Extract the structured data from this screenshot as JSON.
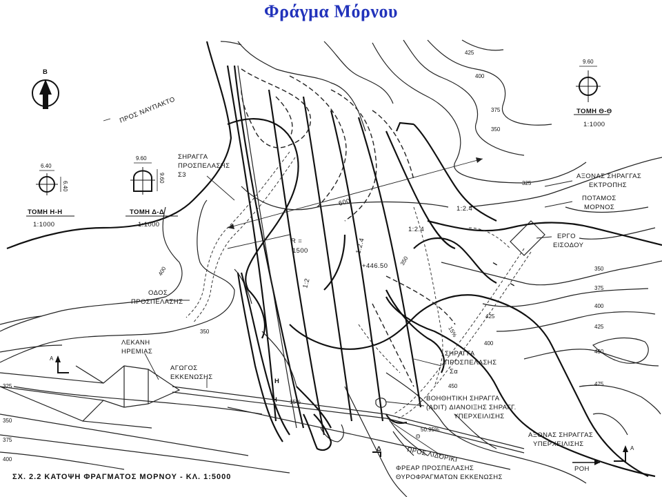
{
  "title": "Φράγμα Μόρνου",
  "north_label": "B",
  "labels": {
    "pros_nafpakto": "ΠΡΟΣ ΝΑΥΠΑΚΤΟ",
    "siragga_prospelasis_1": "ΣΗΡΑΓΓΑ",
    "siragga_prospelasis_2": "ΠΡΟΣΠΕΛΑΣΗΣ",
    "siragga_prospelasis_3": "Σ3",
    "odos_1": "ΟΔΟΣ",
    "odos_2": "ΠΡΟΣΠΕΛΑΣΗΣ",
    "lekani_1": "ΛΕΚΑΝΗ",
    "lekani_2": "ΗΡΕΜΙΑΣ",
    "agogos_1": "ΑΓΩΓΟΣ",
    "agogos_2": "ΕΚΚΕΝΩΣΗΣ",
    "axonas_ektropis_1": "ΑΞΟΝΑΣ ΣΗΡΑΓΓΑΣ",
    "axonas_ektropis_2": "ΕΚΤΡΟΠΗΣ",
    "potamos_1": "ΠΟΤΑΜΟΣ",
    "potamos_2": "ΜΟΡΝΟΣ",
    "ergo_1": "ΕΡΓΟ",
    "ergo_2": "ΕΙΣΟΔΟΥ",
    "siragga_sa_1": "ΣΗΡΑΓΓΑ",
    "siragga_sa_2": "ΠΡΟΣΠΕΛΑΣΗΣ",
    "siragga_sa_3": "Σα",
    "voithitiki_1": "ΒΟΗΘΗΤΙΚΗ ΣΗΡΑΓΓΑ",
    "voithitiki_2": "(ADIT) ΔΙΑΝΟΙΞΗΣ ΣΗΡΑΓΓ.",
    "voithitiki_3": "ΥΠΕΡΧΕΙΛΙΣΗΣ",
    "axonas_yperxeilisis_1": "ΑΞΟΝΑΣ ΣΗΡΑΓΓΑΣ",
    "axonas_yperxeilisis_2": "ΥΠΕΡΧΕΙΛΙΣΗΣ",
    "pros_lidoriki": "ΠΡΟΣ ΛΙΔΟΡΙΚΙ",
    "frear_1": "ΦΡΕΑΡ ΠΡΟΣΠΕΛΑΣΗΣ",
    "frear_2": "ΘΥΡΟΦΡΑΓΜΑΤΩΝ ΕΚΚΕΝΩΣΗΣ",
    "roi": "ΡΟΗ",
    "elev_crest": "+446.50",
    "radius_1": "R =",
    "radius_2": "1500",
    "dim_600": "600",
    "slope_12_a": "1:2",
    "slope_124_a": "1:2.4",
    "slope_124_b": "1:2.4",
    "slope_124_c": "1:2.4",
    "pct_15_a": "15%",
    "pct_15_b": "15%",
    "pct_5095": "50.95%",
    "sec_A": "A",
    "sec_Delta": "Δ",
    "sec_H": "H",
    "sec_Theta": "Θ",
    "sec_I": "I",
    "sec_Delta_arrow": "Δ"
  },
  "sections": {
    "hh": {
      "name": "ΤΟΜΗ Η-Η",
      "scale": "1:1000",
      "dim_w": "6.40",
      "dim_h": "6.40"
    },
    "dd": {
      "name": "ΤΟΜΗ Δ-Δ",
      "scale": "1:1000",
      "dim_w": "9.60",
      "dim_h": "9.60"
    },
    "tt": {
      "name": "ΤΟΜΗ Θ-Θ",
      "scale": "1:1000",
      "dim_w": "9.60"
    }
  },
  "contours": {
    "c425_r": "425",
    "c400_r": "400",
    "c375_r": "375",
    "c350_r": "350",
    "c325_r": "325",
    "c350_r2": "350",
    "c375_r2": "375",
    "c400_r2": "400",
    "c425_r2": "425",
    "c450_r": "450",
    "c475_r": "475",
    "c350_m": "350",
    "c350_l": "350",
    "c400_l": "400",
    "c325_l": "325",
    "c350_l2": "350",
    "c375_l": "375",
    "c400_l2": "400",
    "c400_b": "400",
    "c425_b": "425",
    "c450_b": "450"
  },
  "caption": "ΣΧ. 2.2  ΚΑΤΟΨΗ ΦΡΑΓΜΑΤΟΣ  ΜΟΡΝΟΥ - ΚΛ. 1:5000"
}
